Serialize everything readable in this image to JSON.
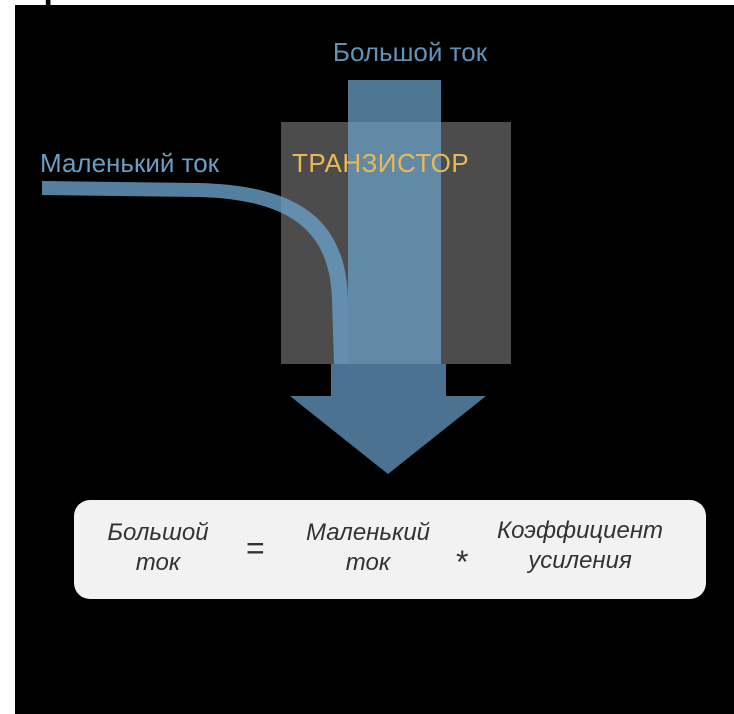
{
  "labels": {
    "big_current": "Большой ток",
    "small_current": "Маленький ток",
    "transistor": "ТРАНЗИСТОР"
  },
  "formula": {
    "big_current_line1": "Большой",
    "big_current_line2": "ток",
    "equals": "=",
    "small_current_line1": "Маленький",
    "small_current_line2": "ток",
    "multiply": "*",
    "gain_line1": "Коэффициент",
    "gain_line2": "усиления"
  },
  "edge_fragment_text": "a",
  "colors": {
    "background": "#000000",
    "current_blue": "#5b8fb4",
    "transistor_box": "#8a8a8a",
    "transistor_label": "#e9b954",
    "formula_box": "#f2f2f2"
  }
}
